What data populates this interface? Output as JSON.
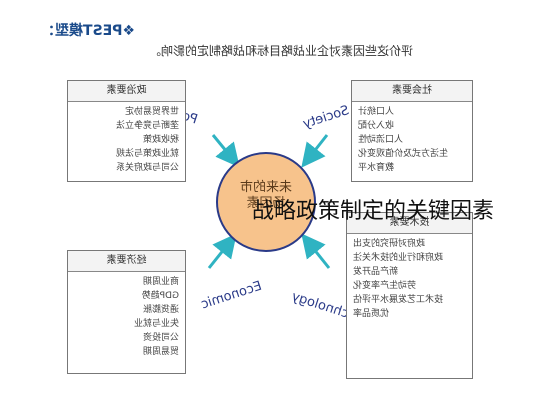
{
  "brand": "❖PEST模型：",
  "subtitle": "评价这些因素对企业战略目标和战略制定的影响。",
  "center": {
    "line1": "未来的市",
    "line2": "场因素"
  },
  "forces": {
    "politics": "Politics",
    "society": "Society",
    "technology": "Technology",
    "economic": "Economic"
  },
  "boxes": {
    "politics": {
      "title": "政治要素",
      "items": [
        "世界贸易协定",
        "垄断与竞争立法",
        "税收政策",
        "就业政策与法规",
        "公司与政府关系"
      ]
    },
    "society": {
      "title": "社会要素",
      "items": [
        "人口统计",
        "收入分配",
        "人口流动性",
        "生活方式及价值观变化",
        "教育水平"
      ]
    },
    "technology": {
      "title": "技术要素",
      "items": [
        "政府对研究的支出",
        "政府和行业的技术关注",
        "新产品开发",
        "劳动生产率变化",
        "技术工艺发展水平评估",
        "优质品率"
      ]
    },
    "economic": {
      "title": "经济要素",
      "items": [
        "商业周期",
        "GDP趋势",
        "通货膨胀",
        "失业与就业",
        "公司投资",
        "贸易周期"
      ]
    }
  },
  "caption": "战略政策制定的关键因素",
  "colors": {
    "accent": "#2a3a88",
    "circle": "#f7c38c",
    "arrow": "#2fb3c2"
  }
}
